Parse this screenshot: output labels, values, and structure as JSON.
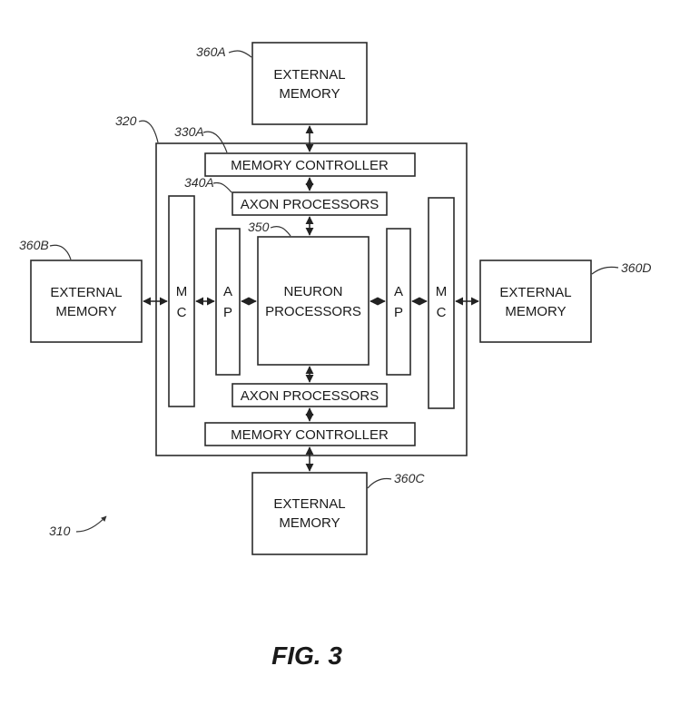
{
  "labels": {
    "external_memory_line1": "EXTERNAL",
    "external_memory_line2": "MEMORY",
    "memory_controller": "MEMORY CONTROLLER",
    "axon_processors": "AXON PROCESSORS",
    "neuron_line1": "NEURON",
    "neuron_line2": "PROCESSORS",
    "mc_letter1": "M",
    "mc_letter2": "C",
    "ap_letter1": "A",
    "ap_letter2": "P"
  },
  "refs": {
    "r360A": "360A",
    "r360B": "360B",
    "r360C": "360C",
    "r360D": "360D",
    "r320": "320",
    "r330A": "330A",
    "r340A": "340A",
    "r350": "350",
    "r310": "310"
  },
  "figure_caption": "FIG. 3"
}
